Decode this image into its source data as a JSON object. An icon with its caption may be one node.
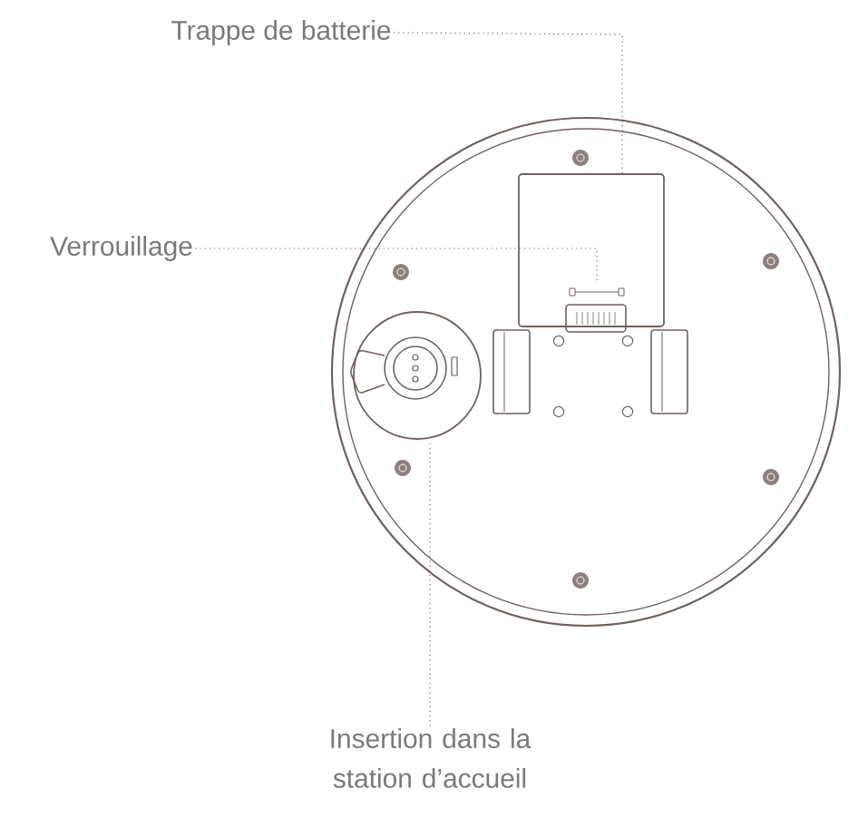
{
  "diagram": {
    "nodes": [
      {
        "text": [
          "Trappe de batterie"
        ]
      },
      {
        "text": [],
        "shape": "box"
      },
      {
        "text": [
          "Verrouillage"
        ]
      },
      {
        "text": [],
        "shape": "box"
      },
      {
        "text": [],
        "shape": "circle"
      },
      {
        "text": [
          "Insertion dans la station d’accueil"
        ]
      }
    ],
    "edges": [
      {
        "from": 0,
        "to": 1,
        "arrow": "none"
      },
      {
        "from": 2,
        "to": 3,
        "arrow": "none"
      },
      {
        "from": 5,
        "to": 4,
        "arrow": "none"
      }
    ]
  }
}
